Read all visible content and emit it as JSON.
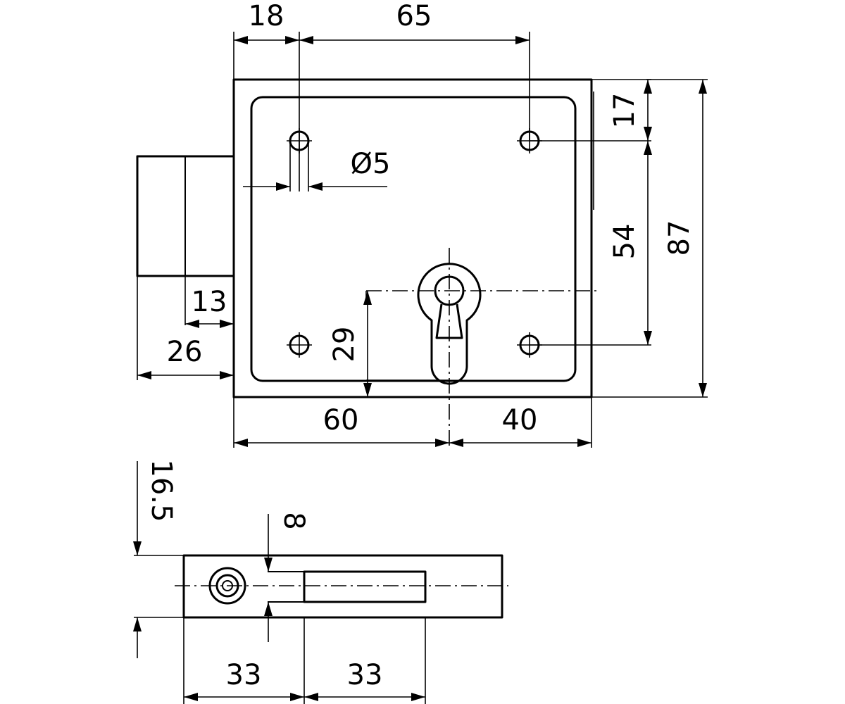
{
  "drawing": {
    "dimensions": {
      "top_left_width": "18",
      "hole_spacing_horizontal": "65",
      "hole_diameter": "Ø5",
      "top_hole_offset": "17",
      "hole_spacing_vertical": "54",
      "total_height": "87",
      "bolt_inner_width": "13",
      "bolt_total_width": "26",
      "keyhole_height": "29",
      "keyhole_left_offset": "60",
      "keyhole_right_offset": "40",
      "side_thickness": "16.5",
      "bolt_thickness": "8",
      "side_segment_left": "33",
      "side_segment_right": "33"
    }
  }
}
